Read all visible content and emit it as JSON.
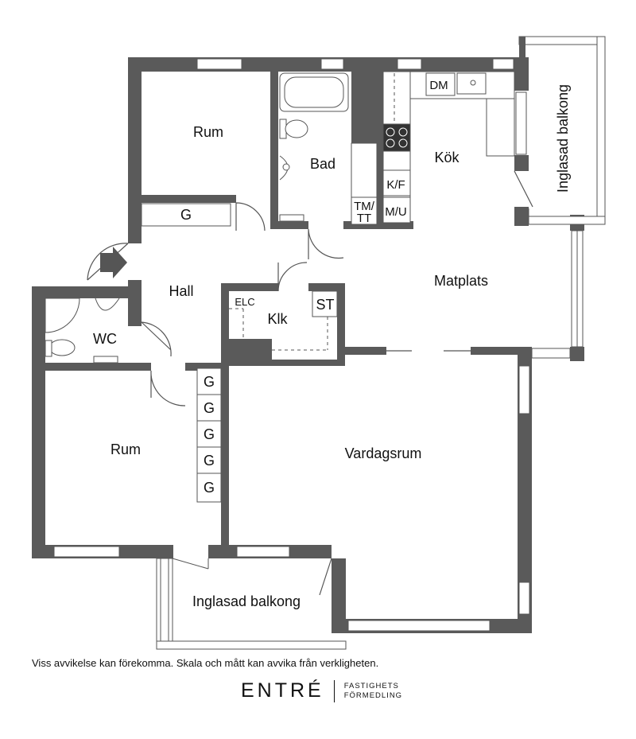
{
  "rooms": {
    "rum_top": "Rum",
    "bad": "Bad",
    "kok": "Kök",
    "balkong_right": "Inglasad balkong",
    "g_closet": "G",
    "tm_tt_line1": "TM/",
    "tm_tt_line2": "TT",
    "kf": "K/F",
    "mu": "M/U",
    "dm": "DM",
    "hall": "Hall",
    "matplats": "Matplats",
    "elc": "ELC",
    "klk": "Klk",
    "st": "ST",
    "wc": "WC",
    "rum_bottom": "Rum",
    "vardagsrum": "Vardagsrum",
    "balkong_bottom": "Inglasad balkong",
    "wardrobes": [
      "G",
      "G",
      "G",
      "G",
      "G"
    ]
  },
  "footer": {
    "disclaimer": "Viss avvikelse kan förekomma. Skala och mått kan avvika från verkligheten.",
    "brand_name": "ENTRÉ",
    "brand_sub_line1": "FASTIGHETS",
    "brand_sub_line2": "FÖRMEDLING"
  },
  "colors": {
    "wall": "#5a5a5a",
    "line": "#555555"
  }
}
